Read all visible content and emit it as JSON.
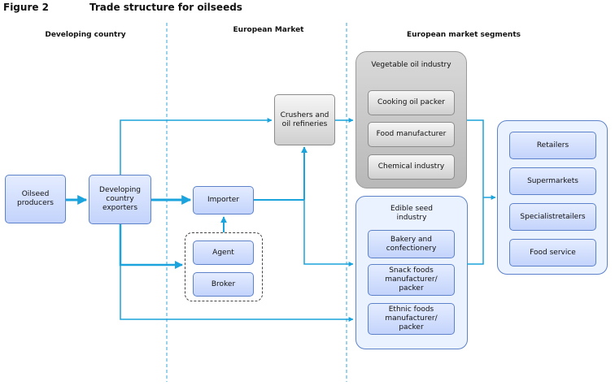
{
  "figure": {
    "label": "Figure 2",
    "title": "Trade structure for oilseeds"
  },
  "columns": {
    "developing": "Developing country",
    "european_market": "European Market",
    "segments": "European market segments"
  },
  "nodes": {
    "oilseed_producers": "Oilseed producers",
    "dev_exporters": "Developing country exporters",
    "importer": "Importer",
    "agent": "Agent",
    "broker": "Broker",
    "crushers": "Crushers and oil refineries",
    "veg_oil_industry": "Vegetable oil industry",
    "cooking_oil_packer": "Cooking oil packer",
    "food_manufacturer": "Food manufacturer",
    "chemical_industry": "Chemical industry",
    "edible_seed_industry": "Edible seed industry",
    "bakery": "Bakery and confectionery",
    "snack_foods": "Snack foods manufacturer/ packer",
    "ethnic_foods": "Ethnic foods manufacturer/ packer",
    "retailers": "Retailers",
    "supermarkets": "Supermarkets",
    "specialist_retailers": "Specialistretailers",
    "food_service": "Food service"
  },
  "colors": {
    "arrow": "#1aa3dc",
    "divider": "#3aa6d8",
    "box_border": "#5d82c9"
  }
}
